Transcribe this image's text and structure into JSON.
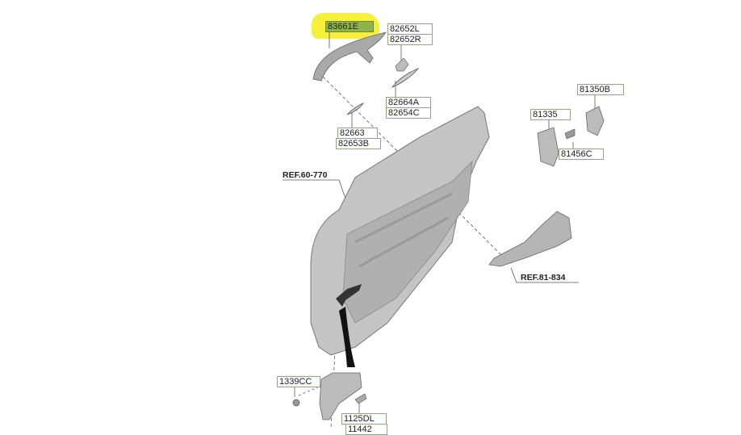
{
  "parts": {
    "p83661E": "83661E",
    "p82652L": "82652L",
    "p82652R": "82652R",
    "p82664A": "82664A",
    "p82654C": "82654C",
    "p82663": "82663",
    "p82653B": "82653B",
    "p81350B": "81350B",
    "p81335": "81335",
    "p81456C": "81456C",
    "p1339CC": "1339CC",
    "p1125DL": "1125DL",
    "p11442": "11442"
  },
  "refs": {
    "r60770": "REF.60-770",
    "r81834": "REF.81-834"
  },
  "colors": {
    "highlight": "#f6f03a",
    "label_border": "#8fa882",
    "part_gray": "#b8b8b8"
  }
}
